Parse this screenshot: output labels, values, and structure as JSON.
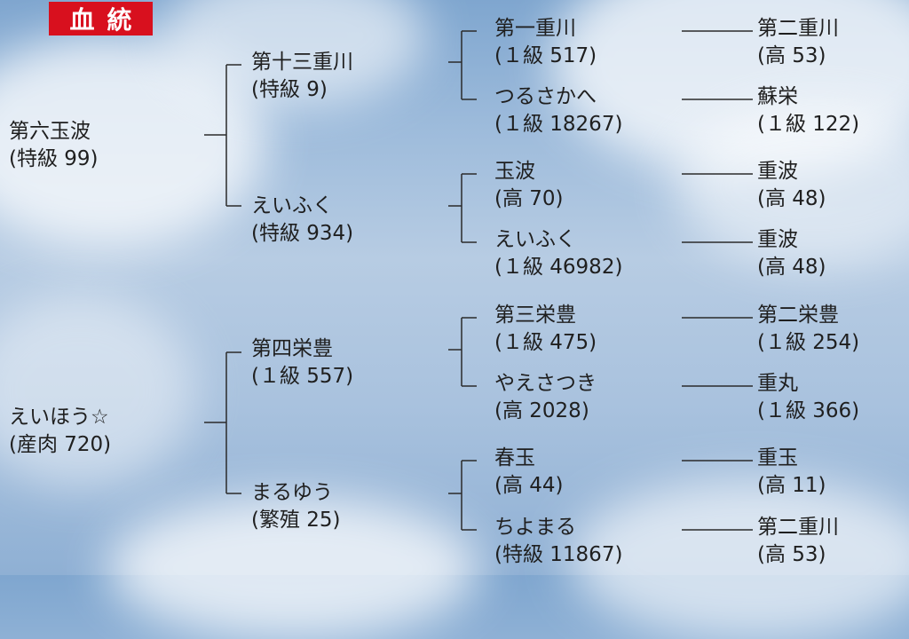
{
  "title": "血統",
  "pedigree": {
    "sire": {
      "name": "第六玉波",
      "grade": "(特級 99)",
      "sire": {
        "name": "第十三重川",
        "grade": "(特級 9)",
        "sire": {
          "name": "第一重川",
          "grade": "(１級 517)",
          "sire": {
            "name": "第二重川",
            "grade": "(高 53)"
          }
        },
        "dam": {
          "name": "つるさかへ",
          "grade": "(１級 18267)",
          "sire": {
            "name": "蘇栄",
            "grade": "(１級 122)"
          }
        }
      },
      "dam": {
        "name": "えいふく",
        "grade": "(特級 934)",
        "sire": {
          "name": "玉波",
          "grade": "(高 70)",
          "sire": {
            "name": "重波",
            "grade": "(高 48)"
          }
        },
        "dam": {
          "name": "えいふく",
          "grade": "(１級 46982)",
          "sire": {
            "name": "重波",
            "grade": "(高 48)"
          }
        }
      }
    },
    "dam": {
      "name": "えいほう☆",
      "grade": "(産肉 720)",
      "sire": {
        "name": "第四栄豊",
        "grade": "(１級 557)",
        "sire": {
          "name": "第三栄豊",
          "grade": "(１級 475)",
          "sire": {
            "name": "第二栄豊",
            "grade": "(１級 254)"
          }
        },
        "dam": {
          "name": "やえさつき",
          "grade": "(高 2028)",
          "sire": {
            "name": "重丸",
            "grade": "(１級 366)"
          }
        }
      },
      "dam": {
        "name": "まるゆう",
        "grade": "(繁殖 25)",
        "sire": {
          "name": "春玉",
          "grade": "(高 44)",
          "sire": {
            "name": "重玉",
            "grade": "(高 11)"
          }
        },
        "dam": {
          "name": "ちよまる",
          "grade": "(特級 11867)",
          "sire": {
            "name": "第二重川",
            "grade": "(高 53)"
          }
        }
      }
    }
  }
}
